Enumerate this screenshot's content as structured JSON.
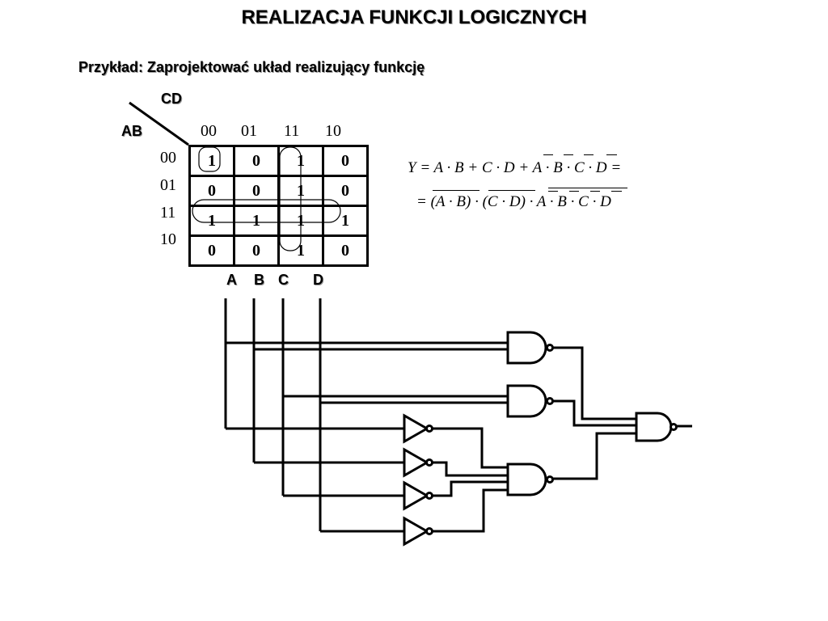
{
  "header": {
    "title": "REALIZACJA FUNKCJI LOGICZNYCH",
    "subtitle": "Przykład: Zaprojektować układ realizujący funkcję"
  },
  "kmap": {
    "col_var": "CD",
    "row_var": "AB",
    "col_labels": [
      "00",
      "01",
      "11",
      "10"
    ],
    "row_labels": [
      "00",
      "01",
      "11",
      "10"
    ],
    "cells": [
      [
        "1",
        "0",
        "1",
        "0"
      ],
      [
        "0",
        "0",
        "1",
        "0"
      ],
      [
        "1",
        "1",
        "1",
        "1"
      ],
      [
        "0",
        "0",
        "1",
        "0"
      ]
    ]
  },
  "equation": {
    "line1": "Y = A · B + C · D + A · B · C · D =",
    "line2": "= (A · B) · (C · D) · A · B · C · D"
  },
  "circuit": {
    "inputs": [
      "A",
      "B",
      "C",
      "D"
    ]
  }
}
